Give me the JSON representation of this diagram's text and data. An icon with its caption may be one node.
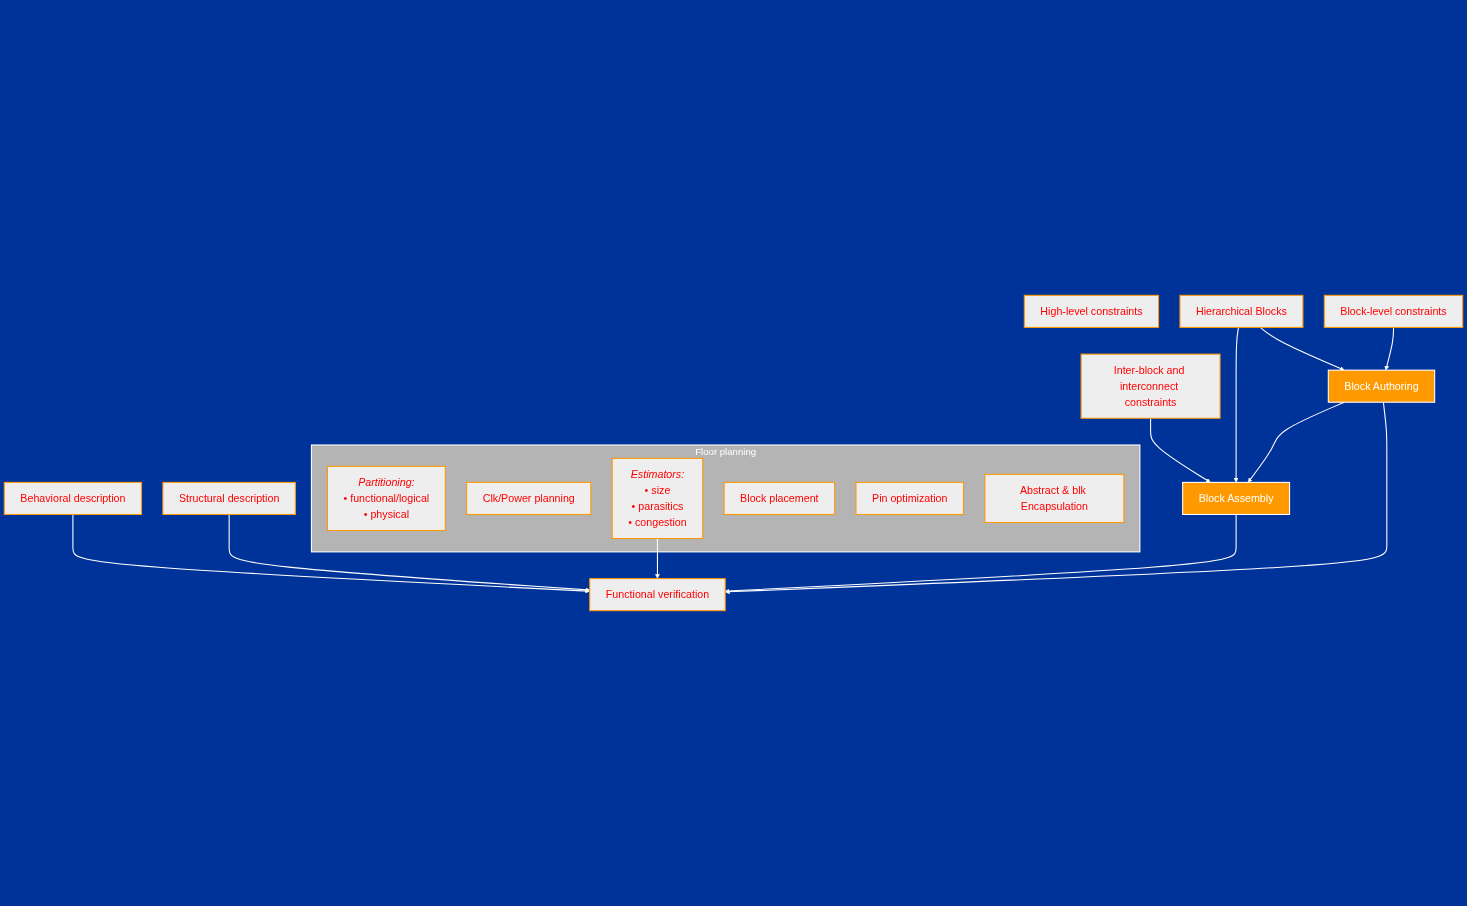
{
  "diagram": {
    "nodes": [
      {
        "text": [
          "Behavioral description"
        ]
      },
      {
        "text": [
          "High-level constraints"
        ]
      },
      {
        "text": [
          "Structural description"
        ]
      },
      {
        "text": [
          "Floor planning"
        ]
      },
      {
        "text": [
          "Partitioning:",
          "• functional/logical",
          "• physical"
        ],
        "in": 3
      },
      {
        "text": [
          "Clk/Power planning"
        ],
        "in": 3
      },
      {
        "text": [
          "Estimators:",
          "• size",
          "• parasitics",
          "• congestion"
        ],
        "in": 3
      },
      {
        "text": [
          "Functional verification"
        ]
      },
      {
        "text": [
          "Block placement"
        ],
        "in": 3
      },
      {
        "text": [
          "Pin optimization"
        ],
        "in": 3
      },
      {
        "text": [
          "Abstract & blk Encapsulation"
        ],
        "in": 3
      },
      {
        "text": [
          "Inter-block and interconnect constraints"
        ]
      },
      {
        "text": [
          "Hierarchical Blocks"
        ]
      },
      {
        "text": [
          "Block-level constraints"
        ]
      },
      {
        "text": [
          "Block Assembly"
        ]
      },
      {
        "text": [
          "Block Authoring"
        ]
      }
    ],
    "edges": [
      {
        "from": 0,
        "to": 7,
        "arrow": "to"
      },
      {
        "from": 2,
        "to": 7,
        "arrow": "to"
      },
      {
        "from": 6,
        "to": 7,
        "arrow": "to"
      },
      {
        "from": 11,
        "to": 14,
        "arrow": "to"
      },
      {
        "from": 12,
        "to": 14,
        "arrow": "to"
      },
      {
        "from": 12,
        "to": 15,
        "arrow": "to"
      },
      {
        "from": 13,
        "to": 15,
        "arrow": "to"
      },
      {
        "from": 15,
        "to": 14,
        "arrow": "to"
      },
      {
        "from": 14,
        "to": 7,
        "arrow": "to"
      },
      {
        "from": 15,
        "to": 7,
        "arrow": "to"
      }
    ]
  }
}
